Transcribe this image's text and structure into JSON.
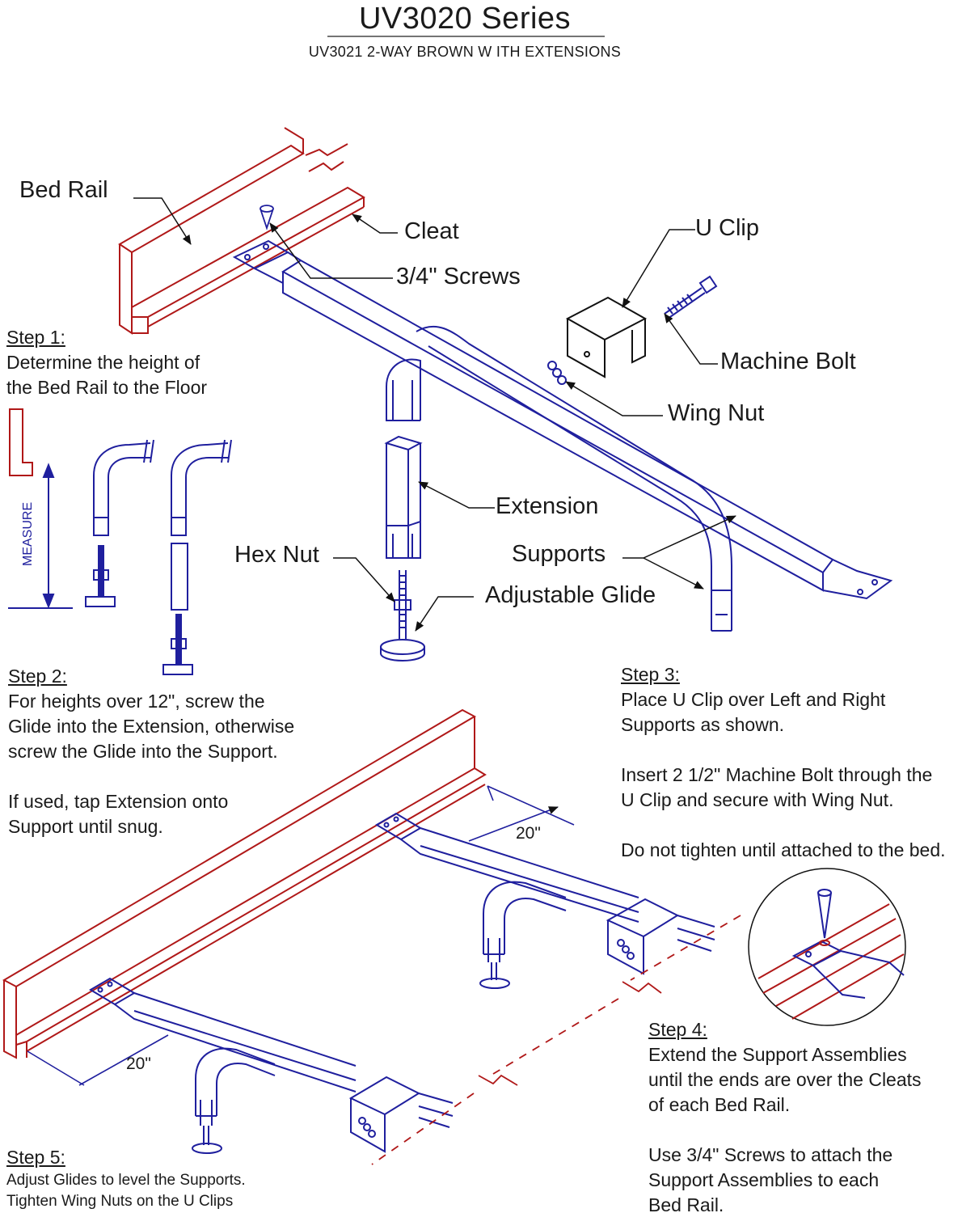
{
  "header": {
    "title": "UV3020 Series",
    "subtitle": "UV3021 2-WAY BROWN W ITH EXTENSIONS"
  },
  "labels": {
    "bed_rail": "Bed Rail",
    "cleat": "Cleat",
    "screws": "3/4\" Screws",
    "u_clip": "U Clip",
    "machine_bolt": "Machine Bolt",
    "wing_nut": "Wing Nut",
    "extension": "Extension",
    "hex_nut": "Hex Nut",
    "supports": "Supports",
    "adjustable_glide": "Adjustable Glide",
    "measure": "MEASURE"
  },
  "dimensions": {
    "upper": "20\"",
    "lower": "20\""
  },
  "steps": {
    "step1": {
      "heading": "Step 1:",
      "lines": [
        "Determine the height of",
        "the Bed Rail to the Floor"
      ]
    },
    "step2": {
      "heading": "Step 2:",
      "lines": [
        "For heights over 12\", screw the",
        "Glide into the Extension, otherwise",
        "screw the Glide into the Support.",
        "",
        "If used, tap Extension onto",
        "Support until snug."
      ]
    },
    "step3": {
      "heading": "Step 3:",
      "lines": [
        "Place U Clip over Left and Right",
        "Supports as shown.",
        "",
        "Insert 2 1/2\" Machine Bolt through the",
        "U Clip and secure with Wing Nut.",
        "",
        "Do not tighten until attached to the bed."
      ]
    },
    "step4": {
      "heading": "Step 4:",
      "lines": [
        "Extend the Support Assemblies",
        "until the ends are over the Cleats",
        "of each Bed Rail.",
        "",
        "Use 3/4\" Screws to attach the",
        "Support Assemblies to each",
        "Bed Rail."
      ]
    },
    "step5": {
      "heading": "Step 5:",
      "lines": [
        "Adjust Glides to level the Supports.",
        "Tighten Wing Nuts on the U Clips"
      ]
    }
  },
  "colors": {
    "part_line": "#1f1f9e",
    "rail_line": "#b01818",
    "text": "#1a1a1a",
    "leader": "#111111"
  }
}
